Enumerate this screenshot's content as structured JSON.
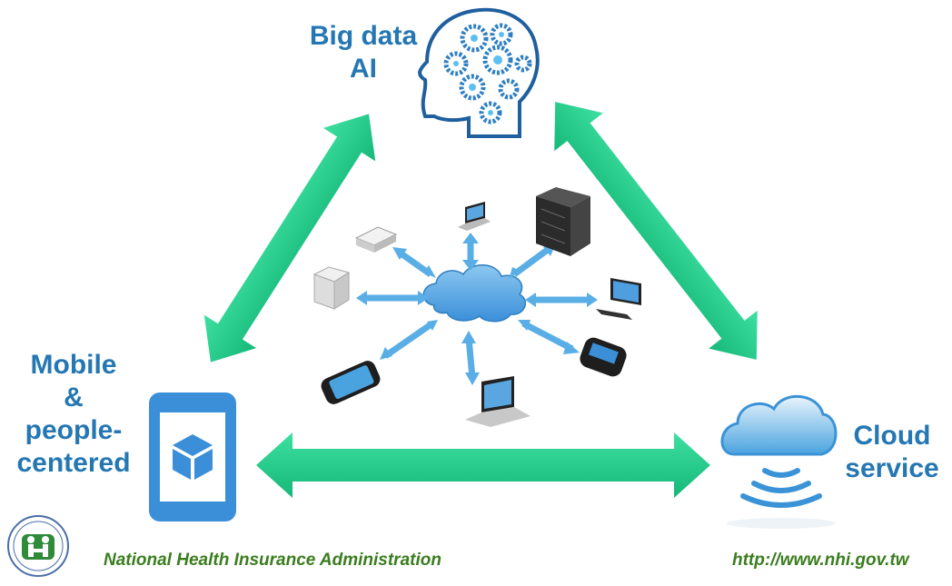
{
  "labels": {
    "bigdata_line1": "Big data",
    "bigdata_line2": "AI",
    "mobile_line1": "Mobile",
    "mobile_line2": "&",
    "mobile_line3": "people-",
    "mobile_line4": "centered",
    "cloud_line1": "Cloud",
    "cloud_line2": "service"
  },
  "footer": {
    "organization": "National Health Insurance Administration",
    "url": "http://www.nhi.gov.tw"
  },
  "colors": {
    "arrow_green": "#1fcf8f",
    "label_blue": "#2477b3",
    "cloud_blue": "#4aa3df",
    "device_blue": "#3b8fd9",
    "footer_green": "#3a7d1e"
  },
  "icons": [
    "brain-gears-icon",
    "smartphone-cube-icon",
    "cloud-signal-icon",
    "network-cloud-icon"
  ]
}
